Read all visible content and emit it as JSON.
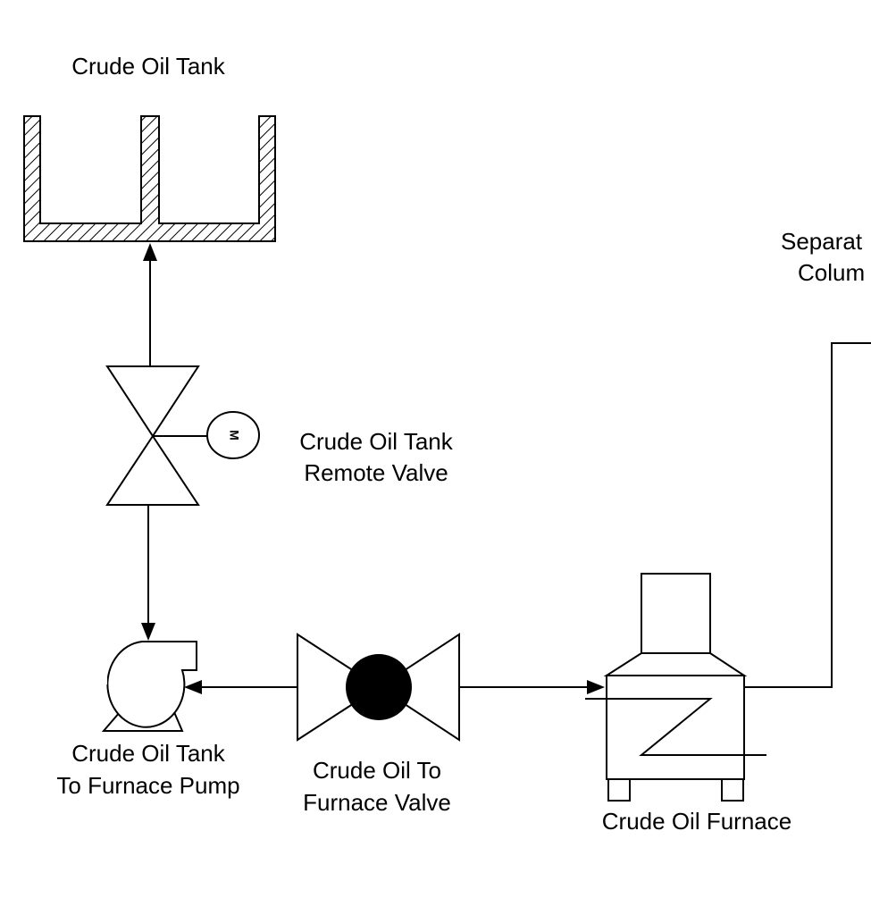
{
  "labels": {
    "crude_oil_tank": "Crude Oil Tank",
    "remote_valve": [
      "Crude Oil Tank",
      "Remote Valve"
    ],
    "pump": [
      "Crude Oil Tank",
      "To Furnace Pump"
    ],
    "furnace_valve": [
      "Crude Oil To",
      "Furnace Valve"
    ],
    "furnace": "Crude Oil Furnace",
    "separation_column": [
      "Separat",
      "Colum"
    ],
    "motor_symbol": "M"
  },
  "colors": {
    "line": "#000000",
    "background": "#ffffff"
  }
}
